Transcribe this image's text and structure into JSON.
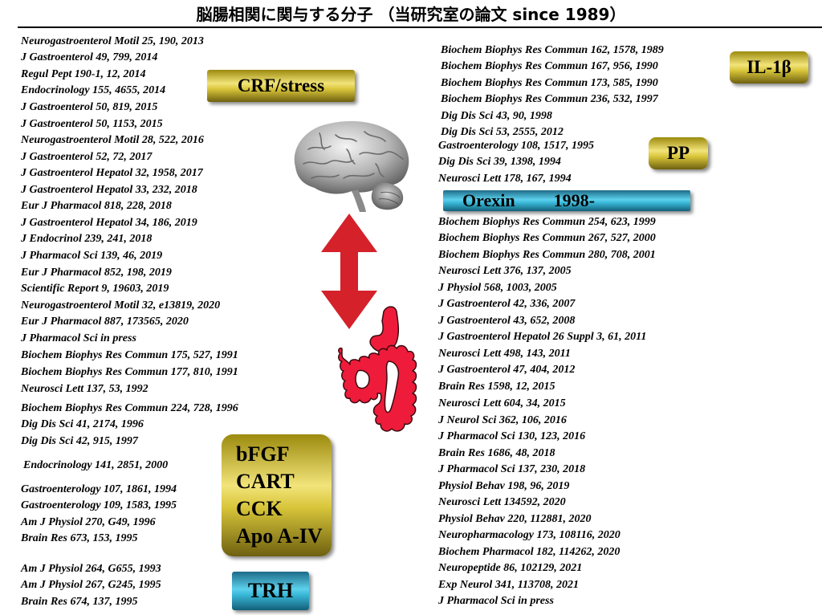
{
  "title": "脳腸相関に関与する分子 （当研究室の論文 since 1989）",
  "labels": {
    "crf": "CRF/stress",
    "il1b": "IL-1β",
    "pp": "PP",
    "orexin": "Orexin",
    "orexin_year": "1998-",
    "trh": "TRH",
    "peptides": [
      "bFGF",
      "CART",
      "CCK",
      "Apo A-IV"
    ]
  },
  "left_refs": [
    "Neurogastroenterol Motil 25, 190, 2013",
    "J Gastroenterol 49, 799, 2014",
    "Regul Pept 190-1, 12, 2014",
    "Endocrinology 155, 4655, 2014",
    "J Gastroenterol 50, 819, 2015",
    "J Gastroenterol 50, 1153, 2015",
    "Neurogastroenterol Motil 28, 522, 2016",
    "J Gastroenterol 52, 72, 2017",
    "J Gastroenterol Hepatol 32, 1958, 2017",
    "J Gastroenterol Hepatol 33, 232, 2018",
    "Eur J Pharmacol 818, 228, 2018",
    "J Gastroenterol Hepatol 34, 186, 2019",
    "J Endocrinol 239, 241,  2018",
    "J Pharmacol Sci 139, 46, 2019",
    "Eur J Pharmacol 852, 198, 2019",
    "Scientific Report 9, 19603, 2019",
    "Neurogastroenterol Motil 32, e13819, 2020",
    "Eur J Pharmacol 887, 173565, 2020",
    "J Pharmacol Sci in press",
    "Biochem Biophys Res Commun 175, 527, 1991",
    "Biochem Biophys Res Commun 177, 810, 1991",
    "Neurosci Lett 137, 53, 1992",
    "Biochem Biophys Res Commun 224, 728, 1996",
    "Dig Dis Sci 41, 2174, 1996",
    "Dig Dis Sci 42, 915, 1997",
    "Endocrinology 141, 2851, 2000",
    "Gastroenterology 107, 1861, 1994",
    "Gastroenterology 109, 1583, 1995",
    "Am J Physiol 270, G49, 1996",
    "Brain Res 673, 153, 1995",
    "Am J Physiol 264, G655, 1993",
    "Am J Physiol 267, G245, 1995",
    "Brain Res 674, 137, 1995"
  ],
  "right_refs": [
    "Biochem Biophys Res Commun 162, 1578, 1989",
    "Biochem Biophys Res Commun 167, 956, 1990",
    "Biochem Biophys Res Commun 173, 585, 1990",
    "Biochem Biophys Res Commun 236, 532, 1997",
    "Dig Dis Sci  43, 90, 1998",
    "Dig Dis Sci  53, 2555, 2012",
    "Gastroenterology 108, 1517, 1995",
    "Dig Dis Sci 39, 1398, 1994",
    "Neurosci Lett 178, 167, 1994",
    "Biochem Biophys Res Commun 254, 623, 1999",
    "Biochem Biophys Res Commun 267, 527, 2000",
    "Biochem Biophys Res Commun 280, 708, 2001",
    "Neurosci Lett 376, 137, 2005",
    "J Physiol 568, 1003, 2005",
    "J Gastroenterol 42, 336, 2007",
    "J Gastroenterol 43, 652, 2008",
    "J Gastroenterol Hepatol 26 Suppl 3, 61, 2011",
    "Neurosci Lett 498, 143, 2011",
    "J Gastroenterol  47, 404, 2012",
    "Brain Res 1598, 12, 2015",
    "Neurosci Lett  604, 34, 2015",
    "J Neurol Sci 362, 106, 2016",
    "J Pharmacol Sci 130, 123, 2016",
    "Brain Res 1686, 48, 2018",
    "J Pharmacol Sci 137, 230, 2018",
    "Physiol Behav 198, 96, 2019",
    "Neurosci Lett 134592,  2020",
    "Physiol Behav 220, 112881, 2020",
    "Neuropharmacology 173, 108116, 2020",
    "Biochem Pharmacol 182, 114262, 2020",
    "Neuropeptide 86, 102129, 2021",
    "Exp Neurol 341, 113708, 2021",
    "J Pharmacol Sci in press"
  ],
  "icons": {
    "brain": "brain-icon",
    "arrow": "double-arrow-icon",
    "gut": "gut-icon"
  },
  "colors": {
    "gold_tag": "#e8d64c",
    "teal_tag": "#3ab8d8",
    "arrow": "#d4212a",
    "gut": "#ee1c3a"
  }
}
